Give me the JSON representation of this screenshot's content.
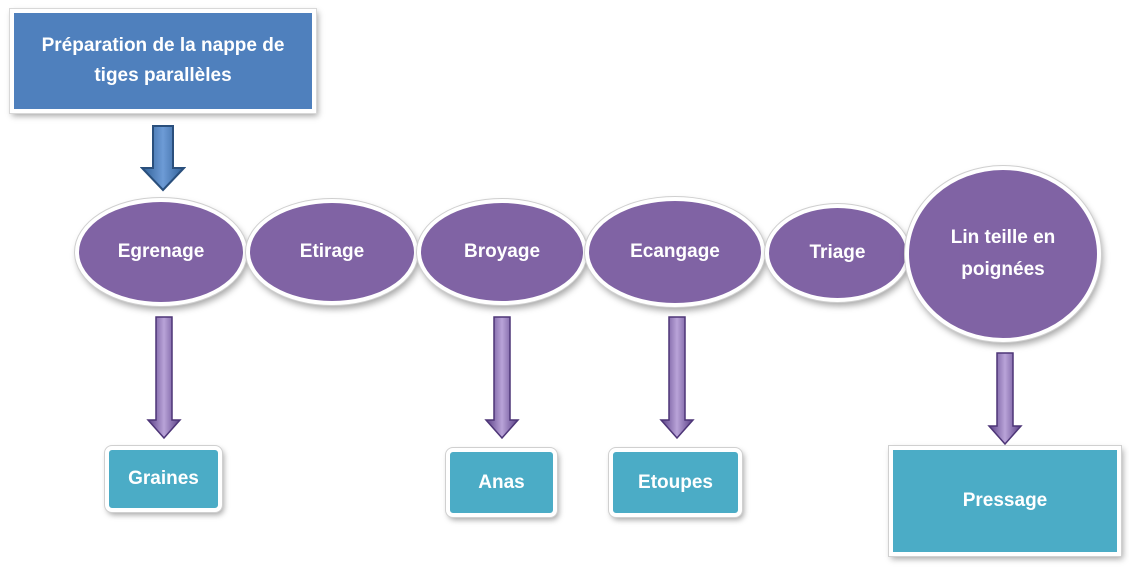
{
  "start": {
    "label": "Préparation de la nappe de tiges parallèles"
  },
  "steps": [
    {
      "label": "Egrenage"
    },
    {
      "label": "Etirage"
    },
    {
      "label": "Broyage"
    },
    {
      "label": "Ecangage"
    },
    {
      "label": "Triage"
    },
    {
      "label": "Lin teille en poignées"
    }
  ],
  "outputs": [
    {
      "label": "Graines"
    },
    {
      "label": "Anas"
    },
    {
      "label": "Etoupes"
    },
    {
      "label": "Pressage"
    }
  ],
  "colors": {
    "start_box": "#4f80bd",
    "step_oval": "#8063a4",
    "output_box": "#4bacc6",
    "arrow_blue": "#4f80bd",
    "arrow_purple": "#8063a4"
  }
}
